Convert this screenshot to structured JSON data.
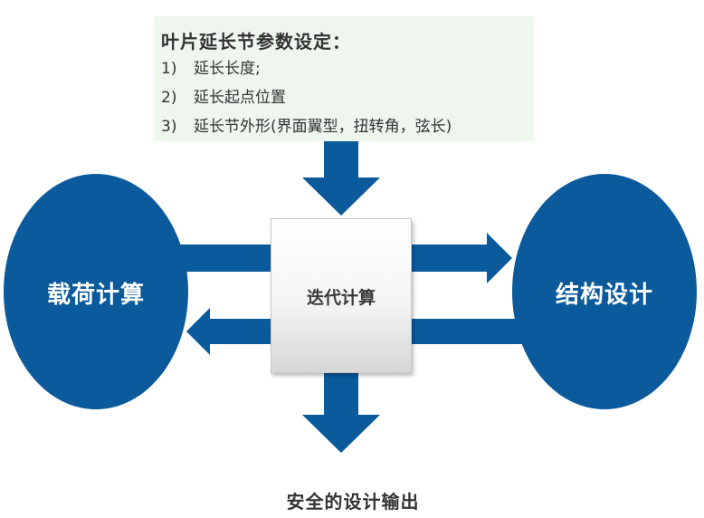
{
  "params": {
    "title": "叶片延长节参数设定：",
    "items": [
      {
        "num": "1)",
        "text": "延长长度;"
      },
      {
        "num": "2)",
        "text": "延长起点位置"
      },
      {
        "num": "3)",
        "text": "延长节外形(界面翼型，扭转角，弦长)"
      }
    ]
  },
  "nodes": {
    "load": "载荷计算",
    "iterate": "迭代计算",
    "structure": "结构设计",
    "output": "安全的设计输出"
  },
  "colors": {
    "primary_blue": "#0a5a9c",
    "param_bg": "#eef6ee"
  }
}
